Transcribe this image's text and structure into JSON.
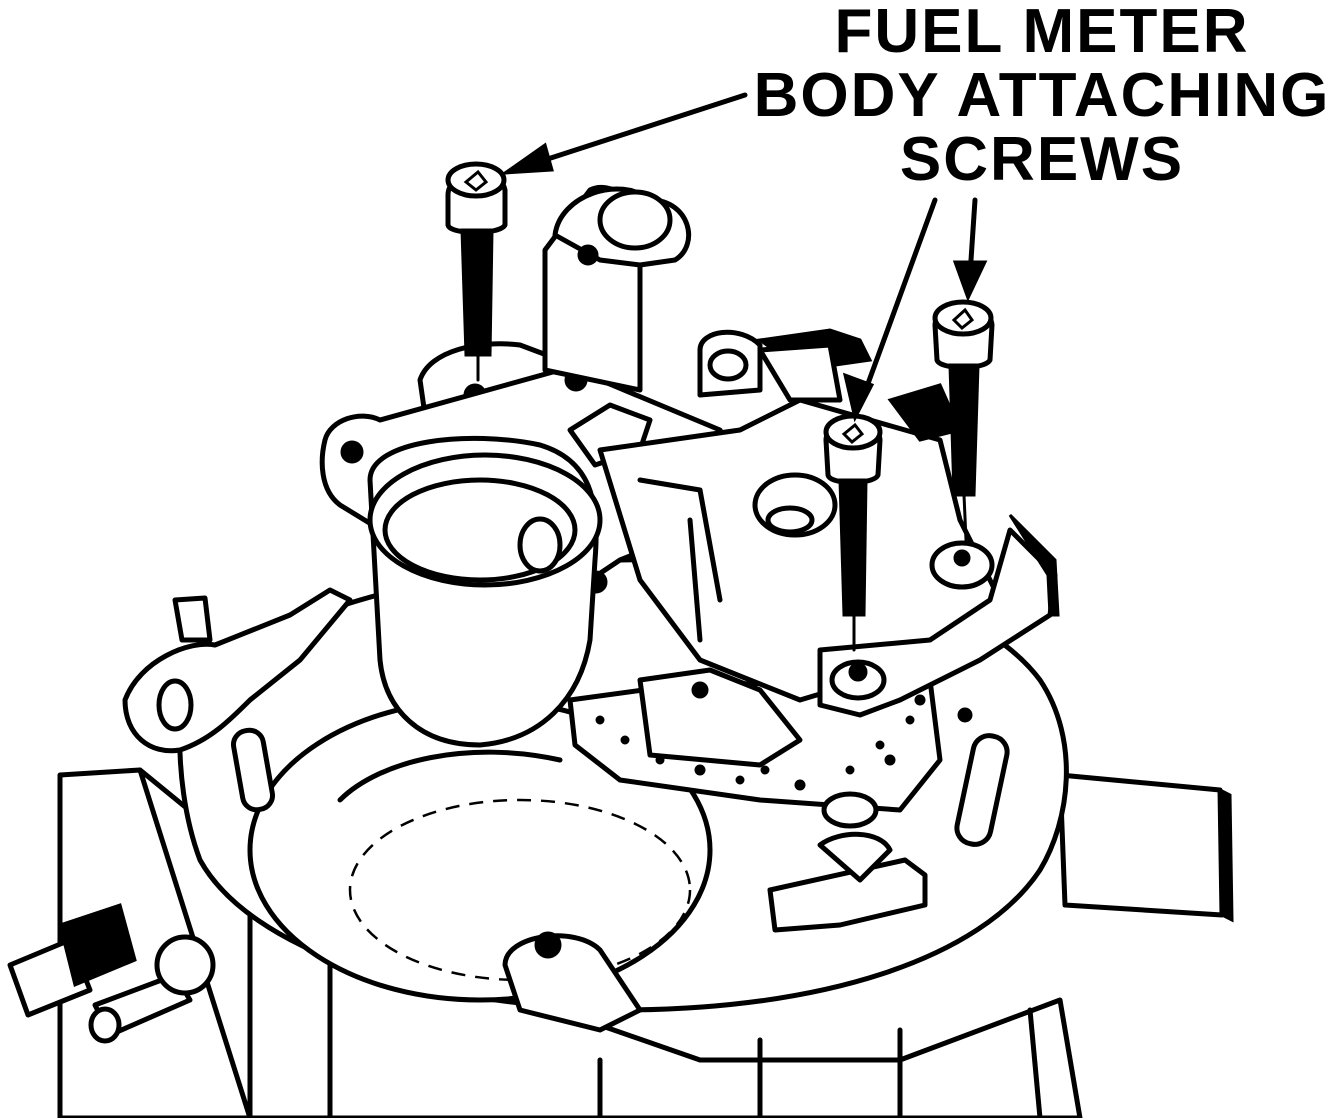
{
  "callout": {
    "line1": "FUEL METER",
    "line2": "BODY ATTACHING",
    "line3": "SCREWS"
  },
  "colors": {
    "ink": "#000000",
    "paper": "#ffffff"
  }
}
